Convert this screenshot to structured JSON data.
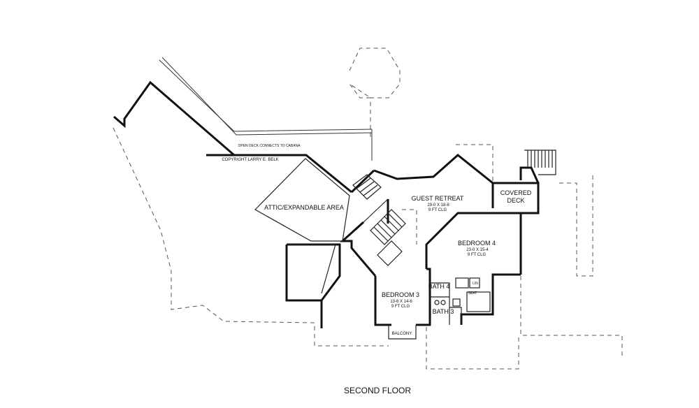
{
  "drawing": {
    "title": "SECOND FLOOR",
    "copyright": "COPYRIGHT LARRY E. BELK",
    "deck_note": "OPEN DECK CONNECTS TO CABANA"
  },
  "rooms": {
    "attic": {
      "name": "ATTIC/EXPANDABLE AREA"
    },
    "guest_retreat": {
      "name": "GUEST RETREAT",
      "size": "29-0 X 18-8",
      "ceiling": "9 FT CLG"
    },
    "covered_deck": {
      "line1": "COVERED",
      "line2": "DECK"
    },
    "bedroom4": {
      "name": "BEDROOM 4",
      "size": "23-0 X 15-4",
      "ceiling": "9 FT CLG"
    },
    "bedroom3": {
      "name": "BEDROOM 3",
      "size": "13-6 X 14-6",
      "ceiling": "9 FT CLG"
    },
    "bath4": {
      "name": "BATH 4"
    },
    "bath3": {
      "name": "BATH 3"
    },
    "balcony": {
      "name": "BALCONY"
    },
    "fixtures": {
      "seat": "SEAT",
      "linen": "LIN"
    }
  }
}
